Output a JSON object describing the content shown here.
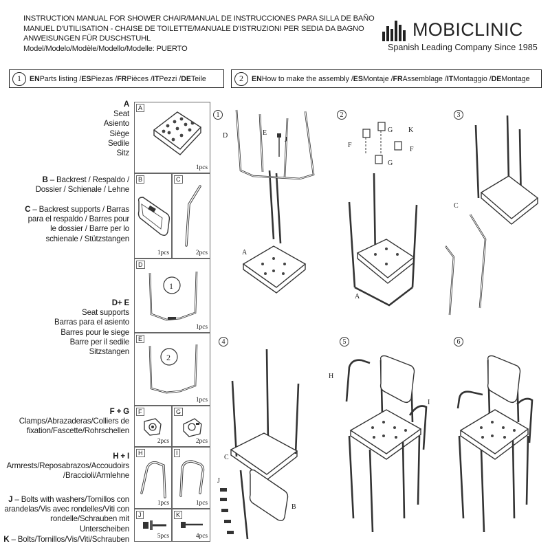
{
  "header": {
    "line1": "INSTRUCTION MANUAL FOR SHOWER CHAIR/MANUAL DE INSTRUCCIONES PARA SILLA DE BAÑO",
    "line2": "MANUEL D'UTILISATION - CHAISE DE TOILETTE/MANUALE D'ISTRUZIONI PER SEDIA DA BAGNO",
    "line3": "ANWEISUNGEN FÜR DUSCHSTUHL",
    "line4": "Model/Modelo/Modèle/Modello/Modelle: PUERTO"
  },
  "logo": {
    "name": "MOBICLINIC",
    "tagline": "Spanish Leading Company Since 1985"
  },
  "section1": {
    "number": "1",
    "en": "EN",
    "en_text": " Parts listing / ",
    "es": "ES",
    "es_text": " Piezas / ",
    "fr": "FR",
    "fr_text": " Pièces / ",
    "it": "IT",
    "it_text": " Pezzi / ",
    "de": "DE",
    "de_text": " Teile"
  },
  "section2": {
    "number": "2",
    "en": "EN",
    "en_text": " How to make the assembly / ",
    "es": "ES",
    "es_text": " Montaje / ",
    "fr": "FR",
    "fr_text": " Assemblage / ",
    "it": "IT",
    "it_text": " Montaggio / ",
    "de": "DE",
    "de_text": " Montage"
  },
  "parts_labels": {
    "a": {
      "title": "A",
      "lines": [
        "Seat",
        "Asiento",
        "Siège",
        "Sedile",
        "Sitz"
      ]
    },
    "b": {
      "title": "B",
      "lines": [
        "– Backrest / Respaldo /",
        "Dossier / Schienale / Lehne"
      ]
    },
    "c": {
      "title": "C",
      "lines": [
        "– Backrest supports / Barras",
        "para el respaldo / Barres pour",
        "le dossier / Barre per lo",
        "schienale / Stützstangen"
      ]
    },
    "de": {
      "title": "D+ E",
      "lines": [
        "Seat supports",
        "Barras para el asiento",
        "Barres pour le siege",
        "Barre per il sedile",
        "Sitzstangen"
      ]
    },
    "fg": {
      "title": "F + G",
      "lines": [
        "Clamps/Abrazaderas/Colliers de",
        "fixation/Fascette/Rohrschellen"
      ]
    },
    "hi": {
      "title": "H + I",
      "lines": [
        "Armrests/Reposabrazos/Accoudoirs",
        "/Braccioli/Armlehne"
      ]
    },
    "j": {
      "title": "J",
      "lines": [
        "– Bolts with washers/Tornillos con",
        "arandelas/Vis avec rondelles/Viti con",
        "rondelle/Schrauben mit Unterscheiben"
      ]
    },
    "k": {
      "title": "K",
      "lines": [
        "– Bolts/Tornillos/Vis/Viti/Schrauben"
      ]
    }
  },
  "parts_cells": {
    "a": {
      "tag": "A",
      "qty": "1pcs"
    },
    "b": {
      "tag": "B",
      "qty": "1pcs"
    },
    "c": {
      "tag": "C",
      "qty": "2pcs"
    },
    "d": {
      "tag": "D",
      "qty": "1pcs"
    },
    "e": {
      "tag": "E",
      "qty": "1pcs"
    },
    "f": {
      "tag": "F",
      "qty": "2pcs"
    },
    "g": {
      "tag": "G",
      "qty": "2pcs"
    },
    "h": {
      "tag": "H",
      "qty": "1pcs"
    },
    "i": {
      "tag": "I",
      "qty": "1pcs"
    },
    "j": {
      "tag": "J",
      "qty": "5pcs"
    },
    "k": {
      "tag": "K",
      "qty": "4pcs"
    }
  },
  "steps": [
    {
      "num": "1",
      "labels": [
        "D",
        "E",
        "J",
        "A"
      ]
    },
    {
      "num": "2",
      "labels": [
        "G",
        "K",
        "F",
        "F",
        "G",
        "A"
      ]
    },
    {
      "num": "3",
      "labels": [
        "C"
      ]
    },
    {
      "num": "4",
      "labels": [
        "C",
        "J",
        "B"
      ]
    },
    {
      "num": "5",
      "labels": [
        "H",
        "I"
      ]
    },
    {
      "num": "6",
      "labels": []
    }
  ],
  "colors": {
    "ink": "#1a1a1a",
    "line": "#333333",
    "background": "#ffffff"
  }
}
